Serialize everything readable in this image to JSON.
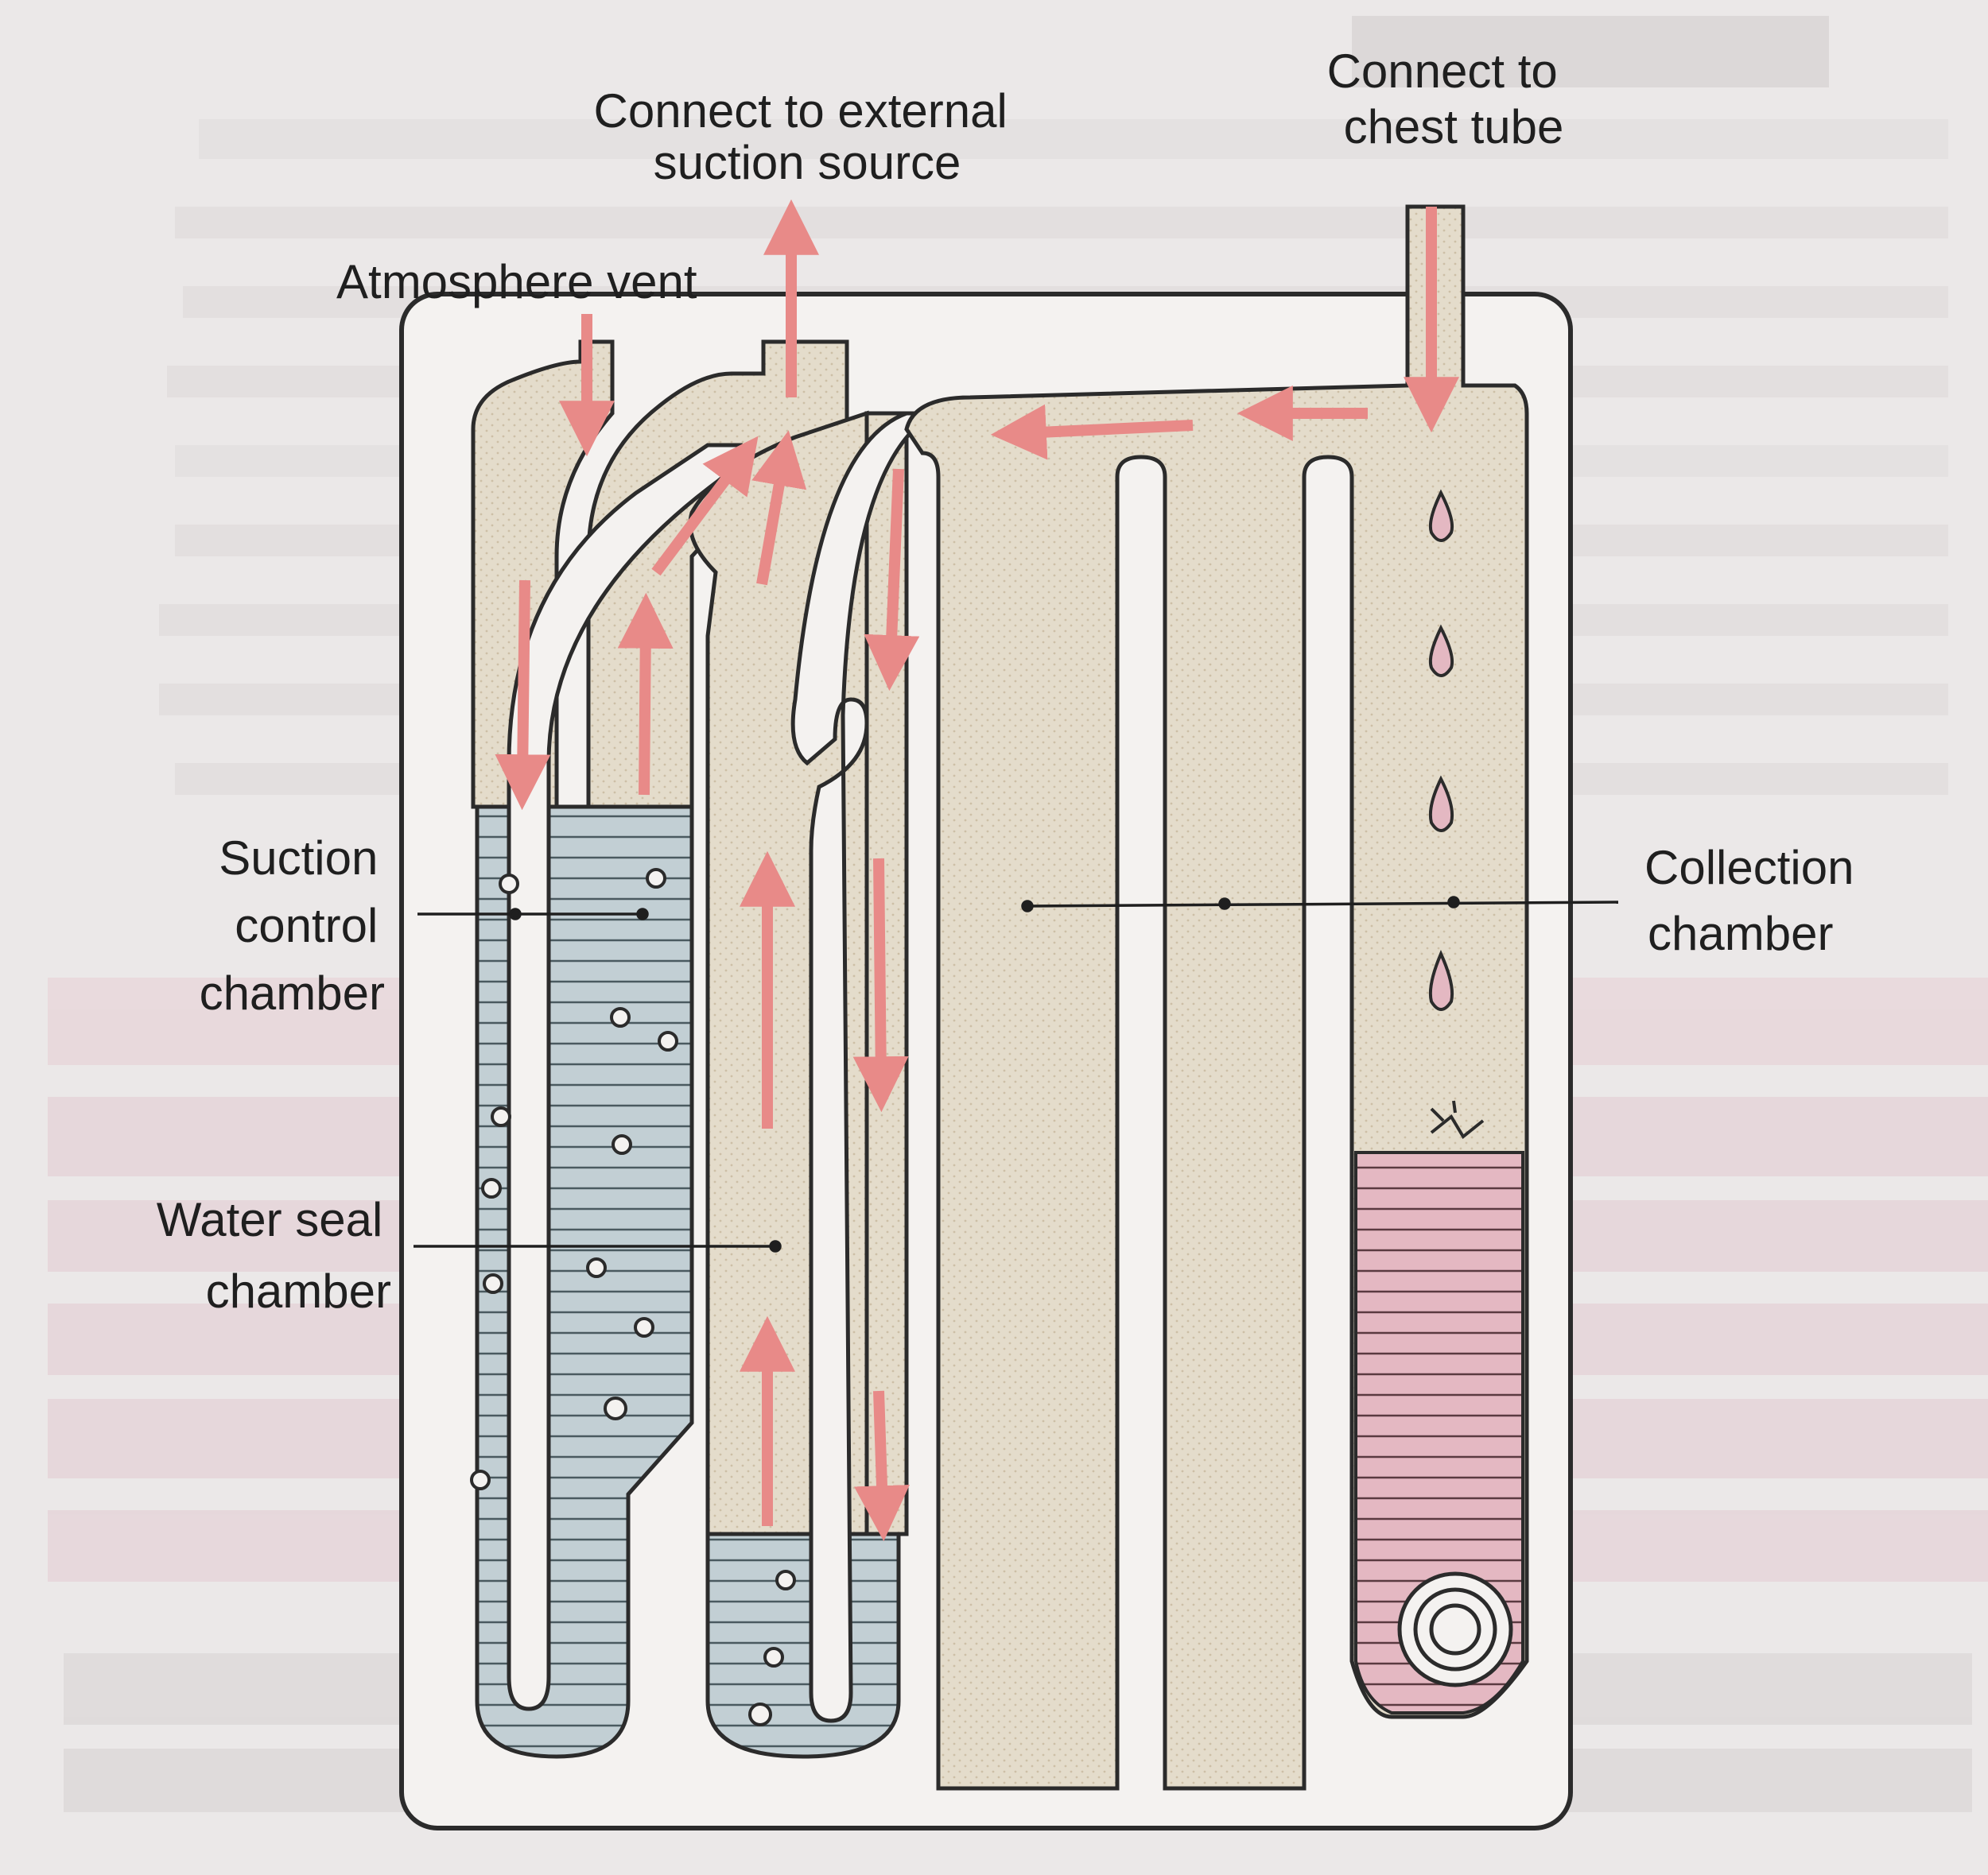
{
  "labels": {
    "external_suction": [
      "Connect to external",
      "suction source"
    ],
    "chest_tube": [
      "Connect to",
      "chest tube"
    ],
    "atmosphere_vent": "Atmosphere vent",
    "suction_control": [
      "Suction",
      "control",
      "chamber"
    ],
    "water_seal": [
      "Water seal",
      "chamber"
    ],
    "collection": [
      "Collection",
      "chamber"
    ]
  },
  "colors": {
    "background": "#ebe8e8",
    "housing_outline": "#2b2b2b",
    "air_fill": "#e4dccb",
    "water_fill": "#c2cfd4",
    "drainage_fill": "#e4b8c2",
    "flow_arrow": "#e88a88",
    "label_text": "#1f1f1f"
  },
  "icons": {
    "flow": "arrow-icon",
    "bubble": "air-bubble-icon",
    "drop": "fluid-drop-icon"
  }
}
